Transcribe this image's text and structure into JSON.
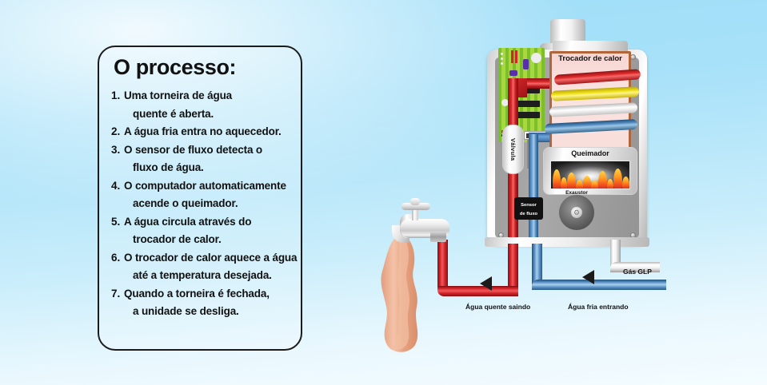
{
  "process": {
    "title": "O processo:",
    "steps": [
      {
        "num": "1.",
        "line1": "Uma torneira de água",
        "line2": "quente é aberta."
      },
      {
        "num": "2.",
        "line1": "A água fria entra no aquecedor.",
        "line2": ""
      },
      {
        "num": "3.",
        "line1": "O sensor de fluxo detecta o",
        "line2": "fluxo de água."
      },
      {
        "num": "4.",
        "line1": "O computador automaticamente",
        "line2": "acende o queimador."
      },
      {
        "num": "5.",
        "line1": "A água circula através do",
        "line2": "trocador de calor."
      },
      {
        "num": "6.",
        "line1": "O trocador de calor aquece a água",
        "line2": "até a temperatura desejada."
      },
      {
        "num": "7.",
        "line1": "Quando a torneira é fechada,",
        "line2": "a unidade se desliga."
      }
    ]
  },
  "heater": {
    "heat_exchanger_label": "Trocador de calor",
    "burner_label": "Queimador",
    "valve_label": "Válvula",
    "flow_sensor_label_line1": "Sensor",
    "flow_sensor_label_line2": "de fluxo",
    "exhaust_label": "Exaustor"
  },
  "flows": {
    "hot_water_out": "Água quente saindo",
    "cold_water_in": "Água fria entrando",
    "gas": "Gás GLP"
  },
  "colors": {
    "hot_pipe": "#cf1f24",
    "cold_pipe": "#5b93c9",
    "gas_pipe": "#ffffff",
    "pcb": "#86c62f",
    "heat_exchanger_body": "#f9dedb",
    "heat_exchanger_border": "#b0663a",
    "background_top": "#9fdef8",
    "background_bottom": "#f4fcff",
    "band_1": "#cf1f24",
    "band_2": "#f2e41b",
    "band_3": "#e8e8e8",
    "band_4": "#5b93c9",
    "water_stream": "#ecac8c",
    "text": "#111111"
  },
  "icons": {
    "arrow": "arrow-left-icon",
    "fan": "fan-icon",
    "flame": "flame-icon"
  }
}
